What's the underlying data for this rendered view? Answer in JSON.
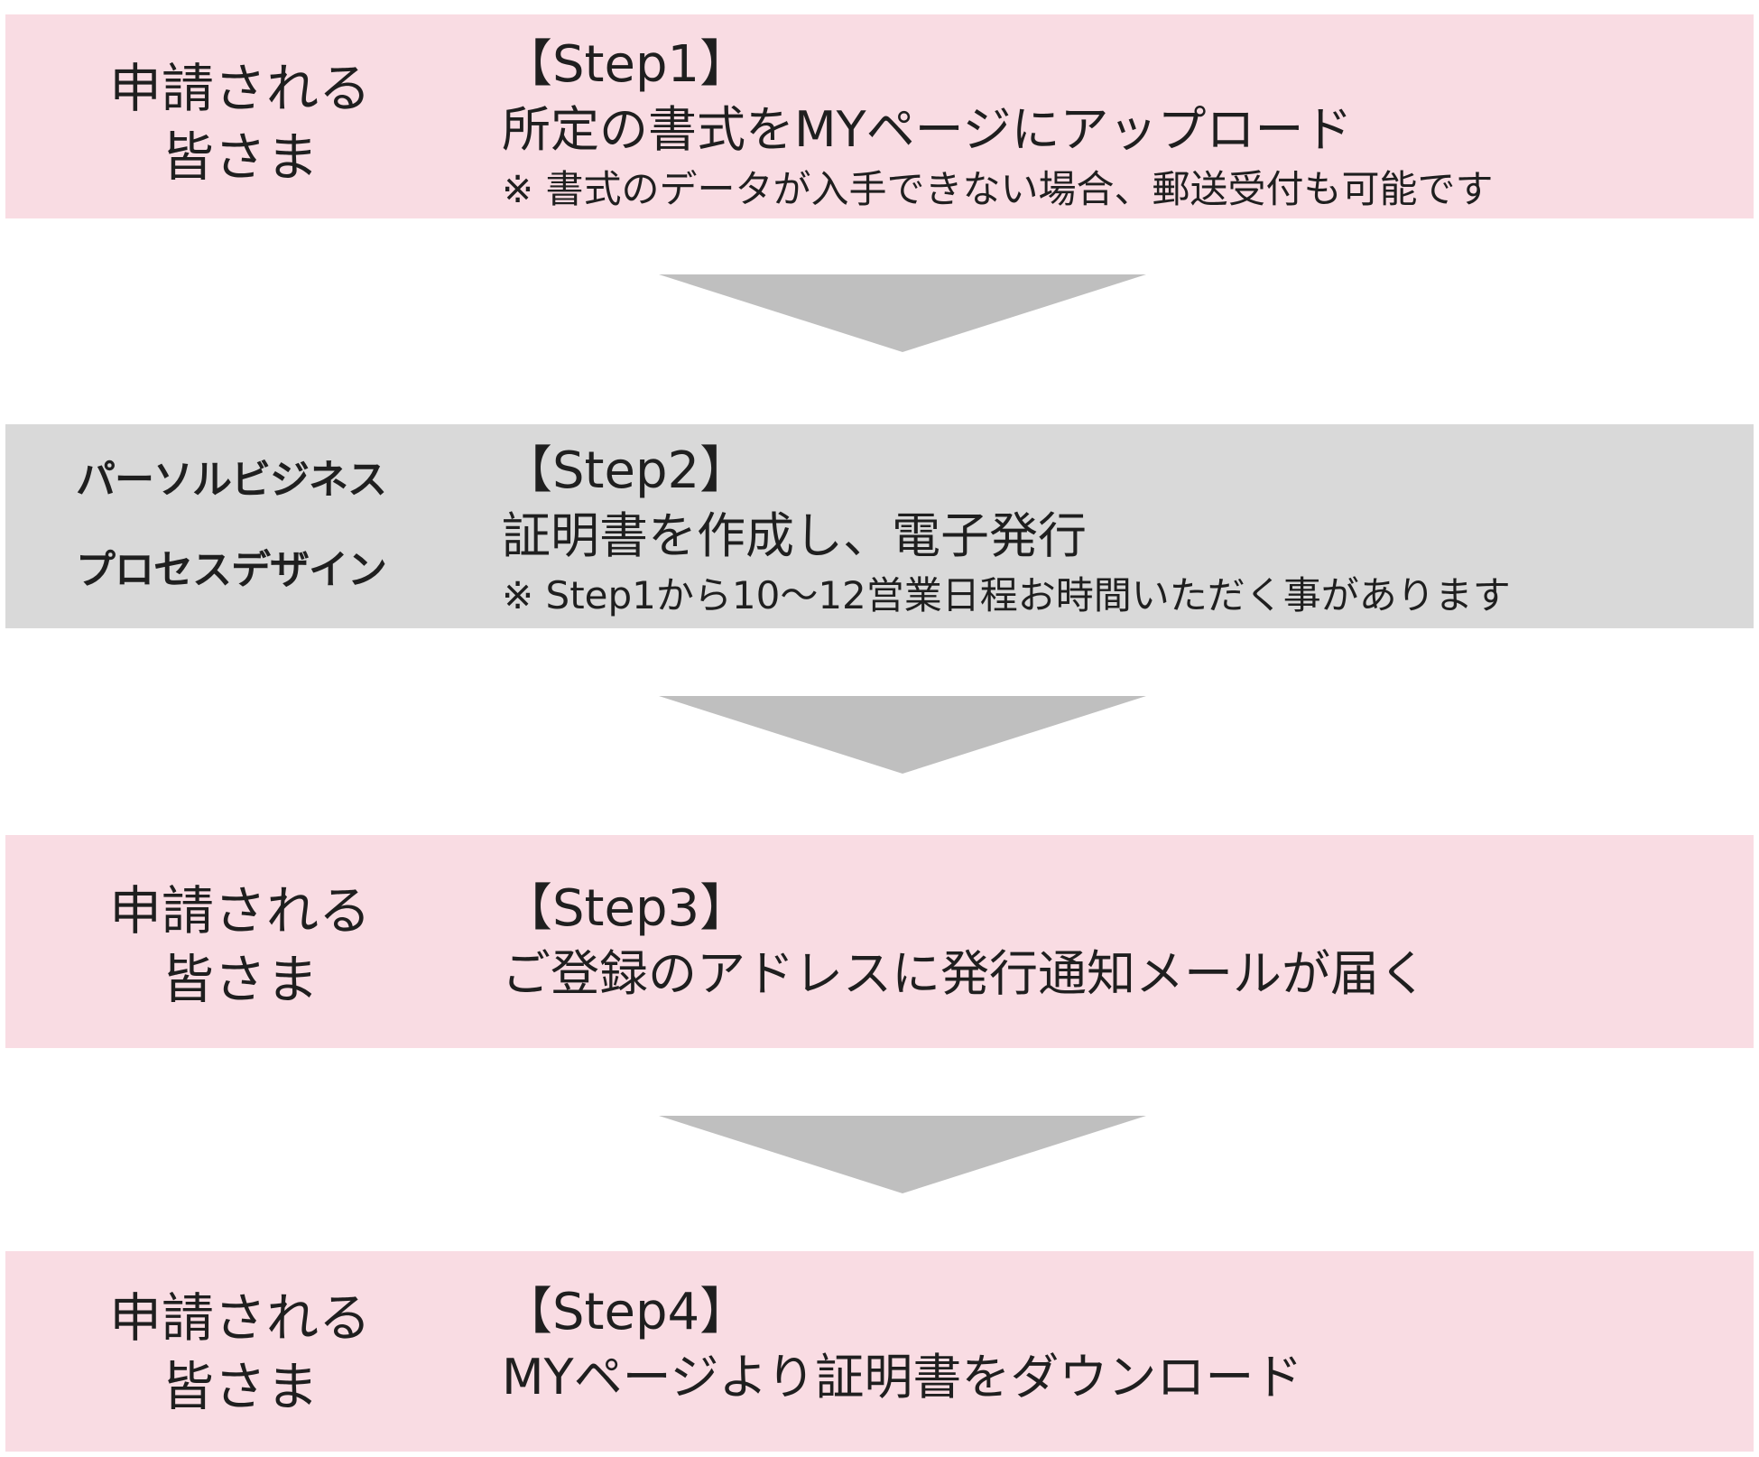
{
  "steps": [
    {
      "actor_line1": "申請される",
      "actor_line2": "皆さま",
      "title": "【Step1】",
      "description": "所定の書式をMYページにアップロード",
      "note": "※  書式のデータが入手できない場合、郵送受付も可能です",
      "color": "#f9dce3"
    },
    {
      "actor_line1": "パーソルビジネス",
      "actor_line2": "プロセスデザイン",
      "title": "【Step2】",
      "description": "証明書を作成し、電子発行",
      "note": "※  Step1から10～12営業日程お時間いただく事があります",
      "color": "#d9d9d9"
    },
    {
      "actor_line1": "申請される",
      "actor_line2": "皆さま",
      "title": "【Step3】",
      "description": "ご登録のアドレスに発行通知メールが届く",
      "color": "#f9dce3"
    },
    {
      "actor_line1": "申請される",
      "actor_line2": "皆さま",
      "title": "【Step4】",
      "description": "MYページより証明書をダウンロード",
      "color": "#f9dce3"
    }
  ],
  "arrow_color": "#bfbfbf"
}
